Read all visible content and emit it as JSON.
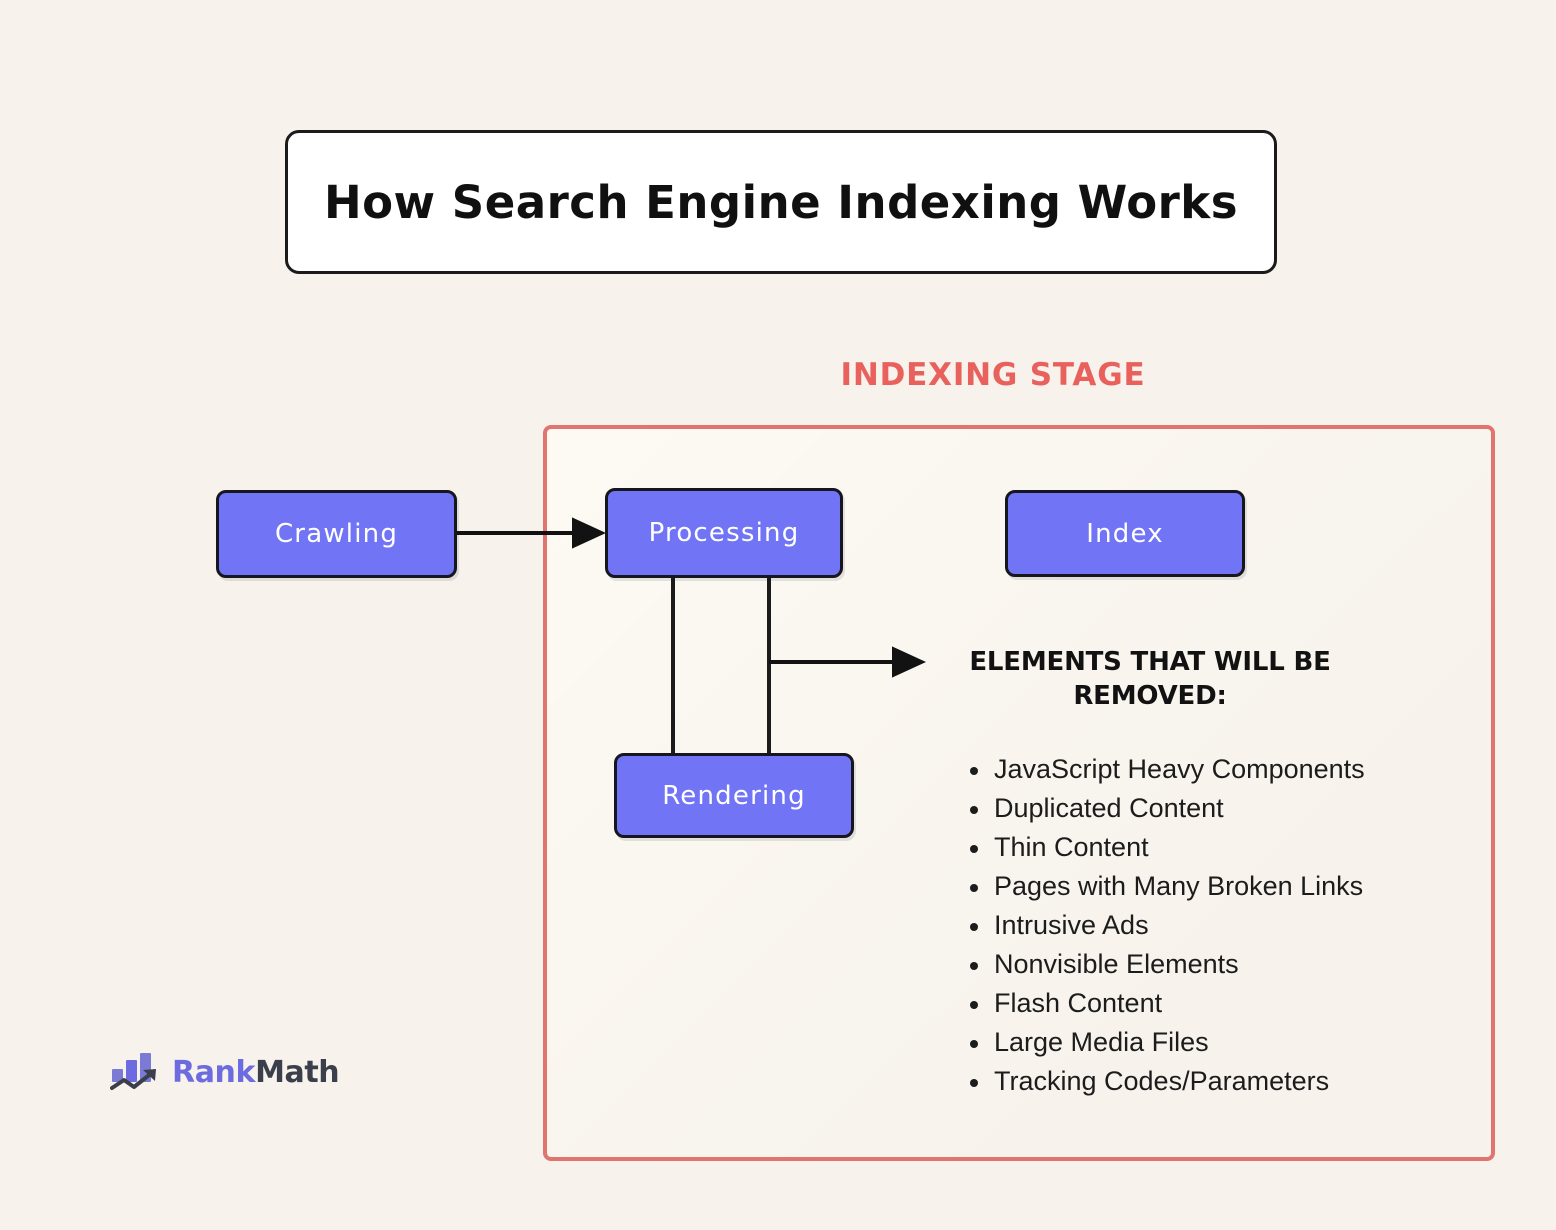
{
  "page": {
    "background_color": "#F7F2EC",
    "title": "How Search Engine Indexing Works"
  },
  "stage": {
    "label": "INDEXING STAGE",
    "label_color": "#E8615C",
    "border_color": "#E0756F"
  },
  "flow": {
    "box_fill": "#7175F5",
    "box_border": "#16161F",
    "boxes": [
      {
        "id": "crawling",
        "label": "Crawling"
      },
      {
        "id": "processing",
        "label": "Processing"
      },
      {
        "id": "index",
        "label": "Index"
      },
      {
        "id": "rendering",
        "label": "Rendering"
      }
    ]
  },
  "removed": {
    "heading": "ELEMENTS THAT WILL BE REMOVED:",
    "items": [
      "JavaScript Heavy Components",
      "Duplicated Content",
      "Thin Content",
      "Pages with Many Broken Links",
      "Intrusive Ads",
      "Nonvisible Elements",
      "Flash Content",
      "Large Media Files",
      "Tracking Codes/Parameters"
    ]
  },
  "logo": {
    "name_first": "Rank",
    "name_second": "Math",
    "color_first": "#6C6CE0",
    "color_second": "#3A3F4B"
  }
}
